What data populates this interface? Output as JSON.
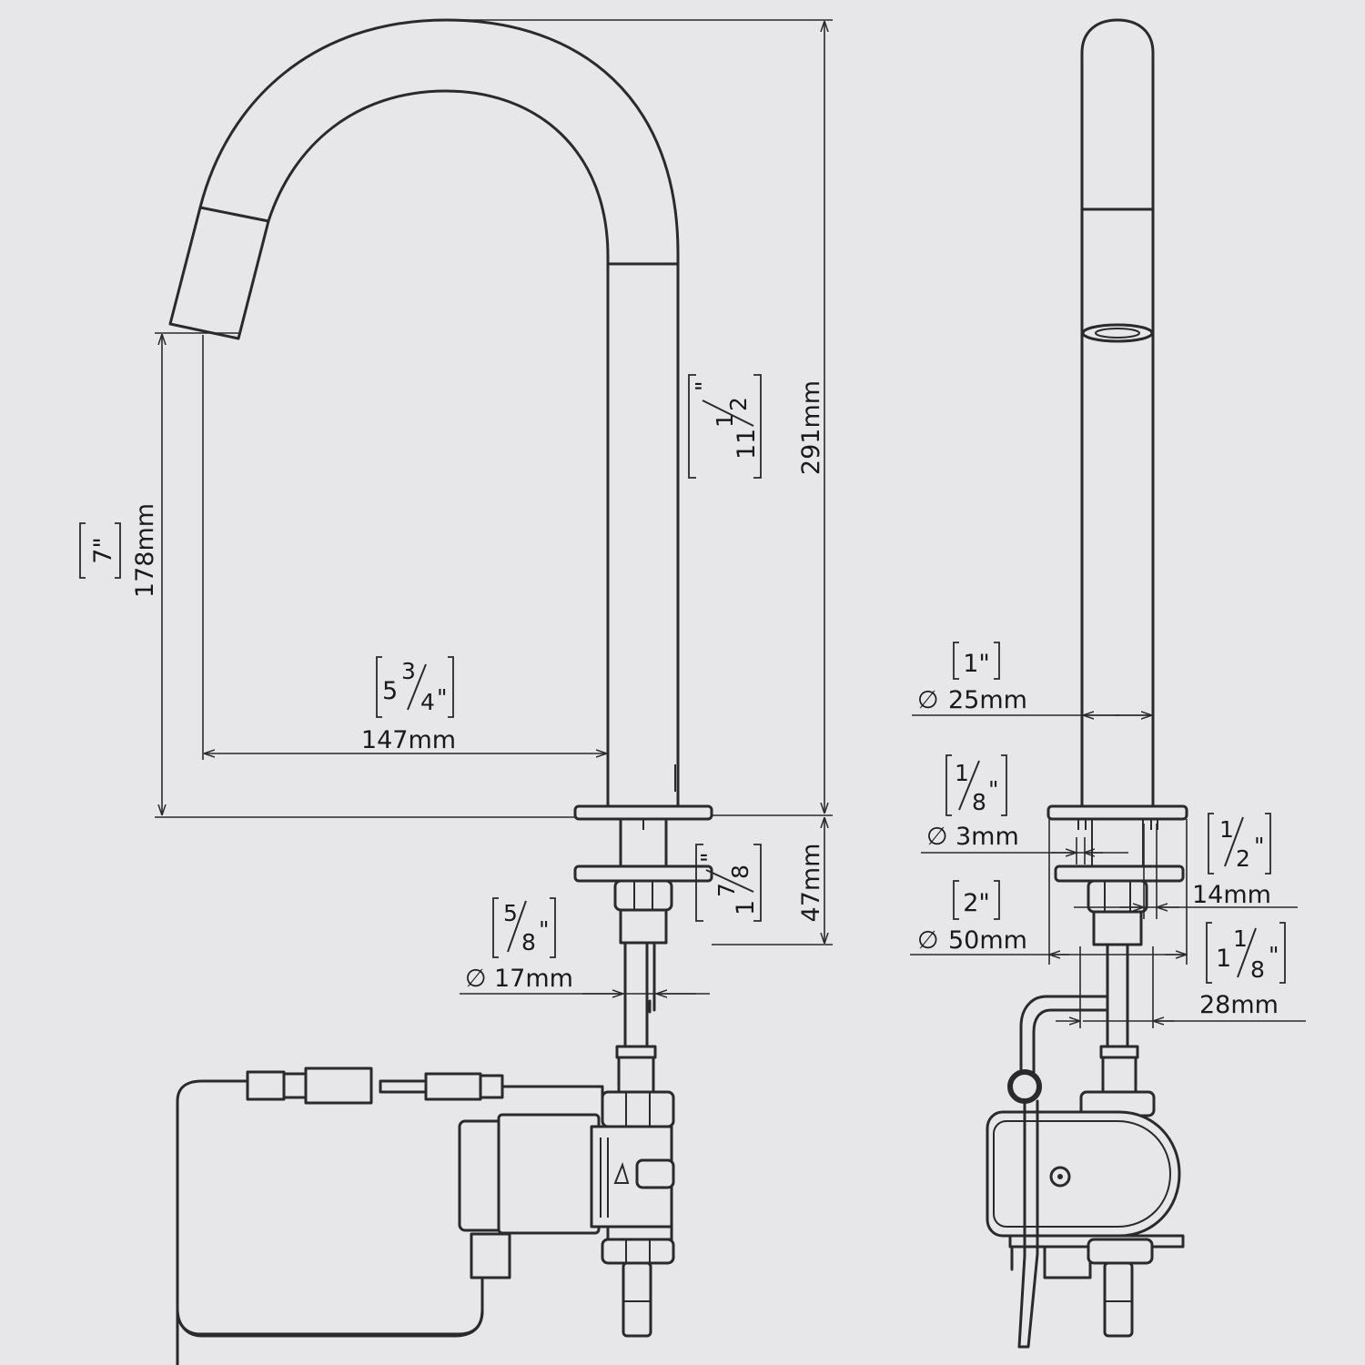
{
  "background": "#e7e7e9",
  "line_color": "#2a2a2a",
  "dimensions": {
    "height_total": {
      "mm": "291mm",
      "inch_whole": "11",
      "inch_num": "1",
      "inch_den": "2",
      "inch_unit": "\""
    },
    "spout_height": {
      "mm": "178mm",
      "inch": "7\""
    },
    "spout_reach": {
      "mm": "147mm",
      "inch_whole": "5",
      "inch_num": "3",
      "inch_den": "4",
      "inch_unit": "\""
    },
    "mount_thickness": {
      "mm": "47mm",
      "inch_whole": "1",
      "inch_num": "7",
      "inch_den": "8",
      "inch_unit": "\""
    },
    "shank_dia": {
      "mm": "17mm",
      "inch_num": "5",
      "inch_den": "8",
      "inch_unit": "\""
    },
    "body_dia": {
      "mm": "25mm",
      "inch": "1\""
    },
    "pin_dia": {
      "mm": "3mm",
      "inch_num": "1",
      "inch_den": "8",
      "inch_unit": "\""
    },
    "plate_gap": {
      "mm": "14mm",
      "inch_num": "1",
      "inch_den": "2",
      "inch_unit": "\""
    },
    "base_dia": {
      "mm": "50mm",
      "inch": "2\""
    },
    "shank_width": {
      "mm": "28mm",
      "inch_whole": "1",
      "inch_num": "1",
      "inch_den": "8",
      "inch_unit": "\""
    }
  },
  "symbols": {
    "diameter": "∅"
  }
}
